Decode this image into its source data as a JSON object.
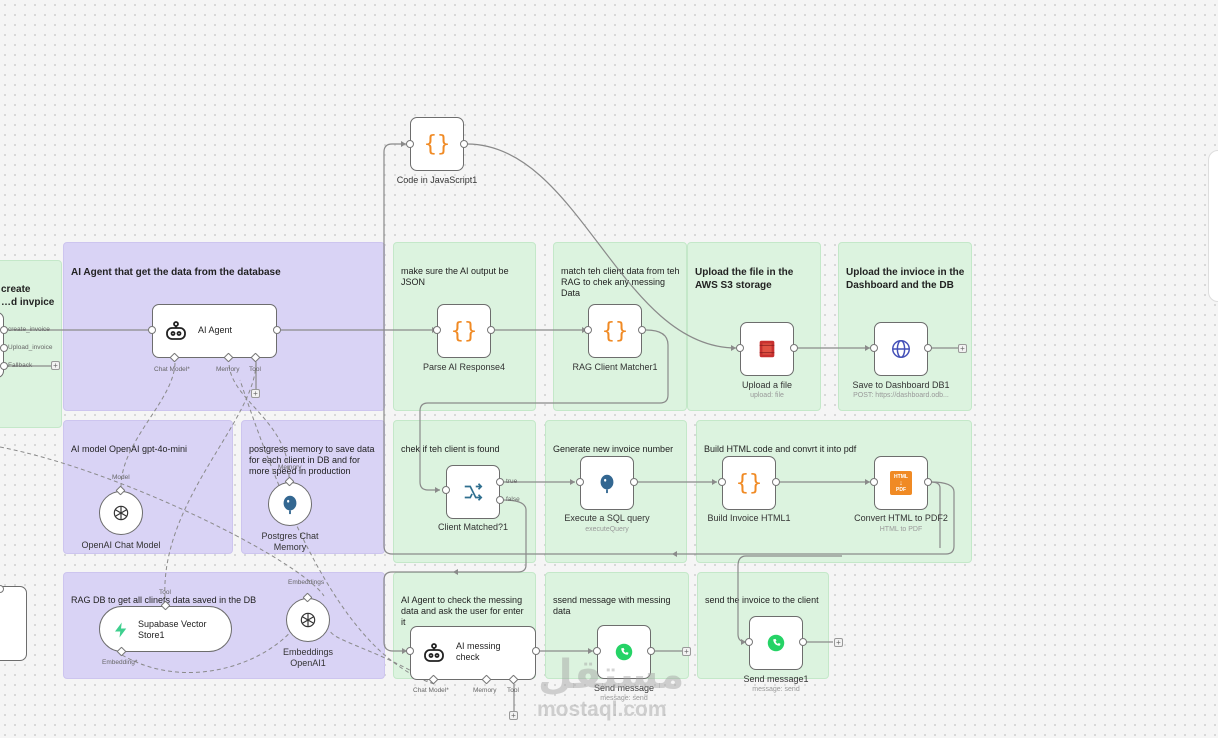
{
  "stickies": {
    "create_invoice": "create\n…d invpice",
    "ai_agent_db": "AI Agent that get the data from the database",
    "ai_model": "AI model OpenAI gpt-4o-mini",
    "postgres": "postgress memory to save data for each client in DB and for more speed in production",
    "rag_db": "RAG DB to get all clinets data saved in the DB",
    "ensure_json": "make sure the AI output be JSON",
    "match_client": "match teh client data from teh RAG to chek any messing Data",
    "upload_s3": "Upload the file in the AWS S3 storage",
    "upload_dashboard": "Upload the invioce in the Dashboard and the DB",
    "check_client": "chek if teh client is found",
    "gen_invoice": "Generate new invoice number",
    "build_html": "Build HTML code and convrt it into pdf",
    "ai_check": "AI Agent to check the messing data and ask the user for enter it",
    "send_missing": "ssend message with messing data",
    "send_invoice": "send the invoice to the client"
  },
  "nodes": {
    "code_js": {
      "label": "Code in JavaScript1"
    },
    "ai_agent": {
      "label": "AI Agent",
      "port_chat_model": "Chat Model*",
      "port_memory": "Memory",
      "port_tool": "Tool"
    },
    "openai_chat": {
      "label": "OpenAI Chat Model",
      "port_model": "Model"
    },
    "postgres_chat": {
      "label": "Postgres Chat Memory",
      "port_memory": "Memory"
    },
    "supabase": {
      "label": "Supabase Vector Store1",
      "port_tool": "Tool",
      "port_embedding": "Embedding*"
    },
    "embeddings": {
      "label": "Embeddings OpenAI1",
      "port_embeddings": "Embeddings"
    },
    "parse_ai": {
      "label": "Parse AI Response4"
    },
    "rag_matcher": {
      "label": "RAG Client Matcher1"
    },
    "upload_file": {
      "label": "Upload a file",
      "sub": "upload: file"
    },
    "save_dashboard": {
      "label": "Save to Dashboard DB1",
      "sub": "POST: https://dashboard.odb..."
    },
    "client_matched": {
      "label": "Client Matched?1",
      "true_label": "true",
      "false_label": "false"
    },
    "sql_query": {
      "label": "Execute a SQL query",
      "sub": "executeQuery"
    },
    "build_html": {
      "label": "Build Invoice HTML1"
    },
    "convert_pdf": {
      "label": "Convert HTML to PDF2",
      "sub": "HTML to PDF",
      "icon_text_top": "HTML",
      "icon_text_bottom": "PDF"
    },
    "ai_messing": {
      "label": "AI messing check",
      "port_chat_model": "Chat Model*",
      "port_memory": "Memory",
      "port_tool": "Tool"
    },
    "send_message": {
      "label": "Send message",
      "sub": "message: send"
    },
    "send_message1": {
      "label": "Send message1",
      "sub": "message: send"
    }
  },
  "left_outputs": [
    "create_invoice",
    "Upload_invoice",
    "Fallback"
  ],
  "watermark": {
    "arabic": "مستقل",
    "latin": "mostaql.com"
  },
  "colors": {
    "sticky_purple": "#d9d3f5",
    "sticky_green": "#dcf3df",
    "code_orange": "#f08a24",
    "aws_red": "#c7302f",
    "globe_blue": "#4450b8",
    "postgres_blue": "#336791",
    "whatsapp_green": "#25d366",
    "supabase_green": "#3ecf8e",
    "if_teal": "#2f6f8f"
  }
}
